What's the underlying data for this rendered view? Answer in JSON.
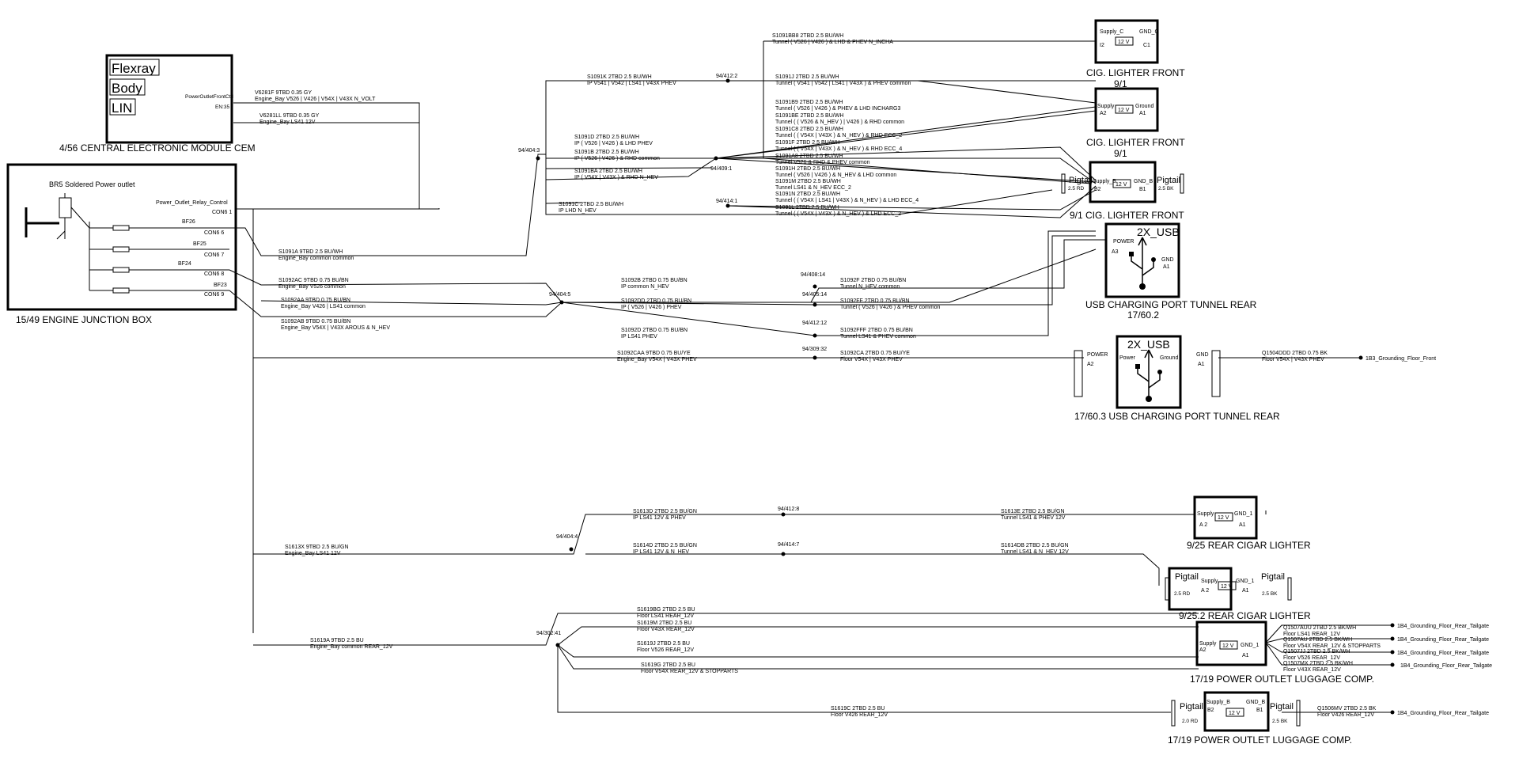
{
  "cem": {
    "protocols": [
      "Flexray",
      "Body",
      "LIN"
    ],
    "pin_label": "PowerOutletFrontCtrl",
    "pin_id": "EN:35",
    "title": "4/56  CENTRAL ELECTRONIC MODULE CEM"
  },
  "ejb": {
    "title": "15/49  ENGINE JUNCTION BOX",
    "relay_label": "BR5 Soldered Power outlet",
    "control_label": "Power_Outlet_Relay_Control",
    "rows": [
      {
        "left": "",
        "right": "CON6  1"
      },
      {
        "left": "BF26",
        "right": ""
      },
      {
        "left": "",
        "right": "CON6  6"
      },
      {
        "left": "BF25",
        "right": ""
      },
      {
        "left": "",
        "right": "CON6  7"
      },
      {
        "left": "BF24",
        "right": ""
      },
      {
        "left": "",
        "right": "CON6  8"
      },
      {
        "left": "BF23",
        "right": ""
      },
      {
        "left": "",
        "right": "CON6  9"
      }
    ]
  },
  "wires": [
    {
      "id": "V6281F  9TBD 0.35 GY",
      "cond": "Engine_Bay  V526 | V426 | V54X | V43X   N_VOLT"
    },
    {
      "id": "V6281LL  9TBD 0.35 GY",
      "cond": "Engine_Bay  LS41   12V"
    },
    {
      "id": "S1091A  9TBD 2.5 BU/WH",
      "cond": "Engine_Bay  common  common"
    },
    {
      "id": "S1092AC  9TBD 0.75 BU/BN",
      "cond": "Engine_Bay  V526   common"
    },
    {
      "id": "S1092AA  9TBD 0.75 BU/BN",
      "cond": "Engine_Bay  V426 | LS41   common"
    },
    {
      "id": "S1092AB  9TBD 0.75 BU/BN",
      "cond": "Engine_Bay  V54X | V43X   AROUS & N_HEV"
    },
    {
      "id": "S1613X  9TBD 2.5 BU/GN",
      "cond": "Engine_Bay  LS41   12V"
    },
    {
      "id": "S1619A  9TBD 2.5 BU",
      "cond": "Engine_Bay  common   REAR_12V"
    },
    {
      "id": "S1091BB8  2TBD 2.5 BU/WH",
      "cond": "Tunnel  ( V526 | V426 ) & LHD & PHEV   N_INCHA"
    },
    {
      "id": "S1091K  2TBD 2.5 BU/WH",
      "cond": "IP  V541 | V542 | LS41 | V43X   PHEV"
    },
    {
      "id": "S1091J  2TBD 2.5 BU/WH",
      "cond": "Tunnel  ( V541 | V542 | LS41 | V43X ) & PHEV   common"
    },
    {
      "id": "S1091D  2TBD 2.5 BU/WH",
      "cond": "IP  ( V526 | V426 ) & LHD   PHEV"
    },
    {
      "id": "S1091B  2TBD 2.5 BU/WH",
      "cond": "IP  ( V526 | V426 ) & RHD   common"
    },
    {
      "id": "S1091BA  2TBD 2.5 BU/WH",
      "cond": "IP  ( V54X | V43X ) & RHD   N_HEV"
    },
    {
      "id": "S1091C  2TBD 2.5 BU/WH",
      "cond": "IP  LHD   N_HEV"
    },
    {
      "id": "S1091B9  2TBD 2.5 BU/WH",
      "cond": "Tunnel  ( V526 | V426 ) & PHEV & LHD   INCHARG3"
    },
    {
      "id": "S1091BE  2TBD 2.5 BU/WH",
      "cond": "Tunnel  ( ( V526 & N_HEV ) | V426 ) & RHD   common"
    },
    {
      "id": "S1091C8  2TBD 2.5 BU/WH",
      "cond": "Tunnel  ( ( V54X | V43X ) & N_HEV ) & RHD   ECC_2"
    },
    {
      "id": "S1091F  2TBD 2.5 BU/WH",
      "cond": "Tunnel  ( ( V54X | V43X ) & N_HEV ) & RHD   ECC_4"
    },
    {
      "id": "S1091A8  2TBD 2.5 BU/WH",
      "cond": "Tunnel  V526 & RHD & PHEV   common"
    },
    {
      "id": "S1091H  2TBD 2.5 BU/WH",
      "cond": "Tunnel  ( V526 | V426 ) & N_HEV & LHD   common"
    },
    {
      "id": "S1091M  2TBD 2.5 BU/WH",
      "cond": "Tunnel  LS41 & N_HEV   ECC_2"
    },
    {
      "id": "S1091N  2TBD 2.5 BU/WH",
      "cond": "Tunnel  ( ( V54X | LS41 | V43X ) & N_HEV ) & LHD   ECC_4"
    },
    {
      "id": "S1091L  2TBD 2.5 BU/WH",
      "cond": "Tunnel  ( ( V54X | V43X ) & N_HEV ) & LHD   ECC_2"
    },
    {
      "id": "S1092B  2TBD 0.75 BU/BN",
      "cond": "IP  common   N_HEV"
    },
    {
      "id": "S1092DD  2TBD 0.75 BU/BN",
      "cond": "IP  ( V526 | V426 )   PHEV"
    },
    {
      "id": "S1092D  2TBD 0.75 BU/BN",
      "cond": "IP  LS41   PHEV"
    },
    {
      "id": "S1092CAA  9TBD 0.75 BU/YE",
      "cond": "Engine_Bay  V54X | V43X   PHEV"
    },
    {
      "id": "S1092F  2TBD 0.75 BU/BN",
      "cond": "Tunnel  N_HEV   common"
    },
    {
      "id": "S1092FF  2TBD 0.75 BU/BN",
      "cond": "Tunnel  ( V526 | V426 ) & PHEV   common"
    },
    {
      "id": "S1092FFF  2TBD 0.75 BU/BN",
      "cond": "Tunnel  LS41 & PHEV   common"
    },
    {
      "id": "S1092CA  2TBD 0.75 BU/YE",
      "cond": "Floor  V54X | V43X   PHEV"
    },
    {
      "id": "Q1504DDD  2TBD 0.75 BK",
      "cond": "Floor  V54X | V43X   PHEV"
    },
    {
      "id": "S1613D  2TBD 2.5 BU/GN",
      "cond": "IP  LS41   12V & PHEV"
    },
    {
      "id": "S1614D  2TBD 2.5 BU/GN",
      "cond": "IP  LS41   12V & N_HEV"
    },
    {
      "id": "S1613E  2TBD 2.5 BU/GN",
      "cond": "Tunnel  LS41 & PHEV   12V"
    },
    {
      "id": "S1614DB  2TBD 2.5 BU/GN",
      "cond": "Tunnel  LS41 & N_HEV   12V"
    },
    {
      "id": "S1619BG  2TBD 2.5 BU",
      "cond": "Floor  LS41   REAR_12V"
    },
    {
      "id": "S1619M  2TBD 2.5 BU",
      "cond": "Floor  V43X   REAR_12V"
    },
    {
      "id": "S1619J  2TBD 2.5 BU",
      "cond": "Floor  V526   REAR_12V"
    },
    {
      "id": "S1619G  2TBD 2.5 BU",
      "cond": "Floor  V54X   REAR_12V & STOPPARTS"
    },
    {
      "id": "S1619C  2TBD 2.5 BU",
      "cond": "Floor  V426   REAR_12V"
    },
    {
      "id": "Q1507AUU  2TBD 2.5 BK/WH",
      "cond": "Floor  LS41   REAR_12V"
    },
    {
      "id": "Q1507AU  2TBD 2.5 BK/WH",
      "cond": "Floor  V54X   REAR_12V & STOPPARTS"
    },
    {
      "id": "Q1507JJ  2TBD 2.5 BK/WH",
      "cond": "Floor  V526   REAR_12V"
    },
    {
      "id": "Q1507MX  2TBD 2.5 BK/WH",
      "cond": "Floor  V43X   REAR_12V"
    },
    {
      "id": "Q1506MV  2TBD 2.5 BK",
      "cond": "Floor  V426   REAR_12V"
    }
  ],
  "splices": [
    "94/404:3",
    "94/412:2",
    "94/409:1",
    "94/414:1",
    "94/404:5",
    "94/408:14",
    "94/405:14",
    "94/412:12",
    "94/309:32",
    "94/404:4",
    "94/412:8",
    "94/414:7",
    "94/302:41"
  ],
  "grounds": [
    "1B3_Grounding_Floor_Front",
    "1B4_Grounding_Floor_Rear_Tailgate"
  ],
  "components": {
    "cig_front_1": {
      "title": "CIG. LIGHTER FRONT",
      "loc": "9/1",
      "pin_l": "Supply_C",
      "pin_r": "GND_C",
      "pin_l2": "I2",
      "pin_r2": "C1",
      "voltage": "12 V"
    },
    "cig_front_2": {
      "title": "CIG. LIGHTER FRONT",
      "loc": "9/1",
      "pin_l": "Supply",
      "pin_r": "Ground",
      "pin_l2": "A2",
      "pin_r2": "A1",
      "voltage": "12 V"
    },
    "cig_front_3": {
      "title": "9/1  CIG. LIGHTER FRONT",
      "pin_l": "Supply_B",
      "pin_r": "GND_B",
      "pin_l2": "B2",
      "pin_r2": "B1",
      "voltage": "12 V",
      "pigtail": "Pigtail",
      "pig_l": "2.5 RD",
      "pig_r": "2.5 BK"
    },
    "usb_1": {
      "title": "USB CHARGING PORT TUNNEL REAR",
      "loc": "17/60.2",
      "label": "2X_USB",
      "pin_l": "POWER",
      "pin_l2": "A3",
      "pin_r": "GND",
      "pin_r2": "A1"
    },
    "usb_2": {
      "title": "17/60.3   USB CHARGING PORT TUNNEL REAR",
      "label": "2X_USB",
      "pin_l": "POWER",
      "pin_l2": "A2",
      "pin_r": "GND",
      "pin_r2": "A1",
      "in_l": "Power",
      "in_r": "Ground"
    },
    "rear_cig_1": {
      "title": "9/25  REAR CIGAR LIGHTER",
      "pin_l": "Supply",
      "pin_r": "GND_1",
      "pin_l2": "A 2",
      "pin_r2": "A1",
      "voltage": "12 V"
    },
    "rear_cig_2": {
      "title": "9/25.2  REAR CIGAR LIGHTER",
      "pin_l": "Supply",
      "pin_r": "GND_1",
      "pin_l2": "A 2",
      "pin_r2": "A1",
      "voltage": "12 V",
      "pigtail": "Pigtail",
      "pig_l": "2.5 RD",
      "pig_r": "2.5 BK"
    },
    "lug_1": {
      "title": "17/19  POWER OUTLET LUGGAGE COMP.",
      "pin_l": "Supply",
      "pin_r": "GND_1",
      "pin_l2": "A2",
      "pin_r2": "A1",
      "voltage": "12 V"
    },
    "lug_2": {
      "title": "17/19  POWER OUTLET LUGGAGE COMP.",
      "pin_l": "Supply_B",
      "pin_r": "GND_B",
      "pin_l2": "B2",
      "pin_r2": "B1",
      "voltage": "12 V",
      "pigtail": "Pigtail",
      "pig_l": "2.0 RD",
      "pig_r": "2.5 BK"
    }
  }
}
